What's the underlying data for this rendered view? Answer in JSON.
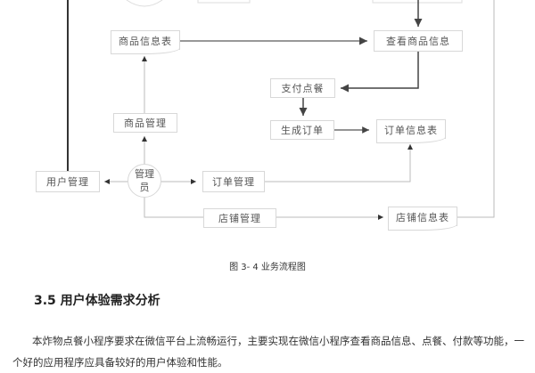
{
  "diagram": {
    "nodes": {
      "product_info_table": "商品信息表",
      "view_product_info": "查看商品信息",
      "pay_order": "支付点餐",
      "product_management": "商品管理",
      "generate_order": "生成订单",
      "order_info_table": "订单信息表",
      "user_management": "用户管理",
      "admin_line1": "管理",
      "admin_line2": "员",
      "order_management": "订单管理",
      "store_management": "店铺管理",
      "store_info_table": "店铺信息表"
    },
    "caption": "图 3- 4  业务流程图"
  },
  "section": {
    "title": "3.5  用户体验需求分析",
    "paragraph": "本炸物点餐小程序要求在微信平台上流畅运行，主要实现在微信小程序查看商品信息、点餐、付款等功能，一个好的应用程序应具备较好的用户体验和性能。"
  }
}
